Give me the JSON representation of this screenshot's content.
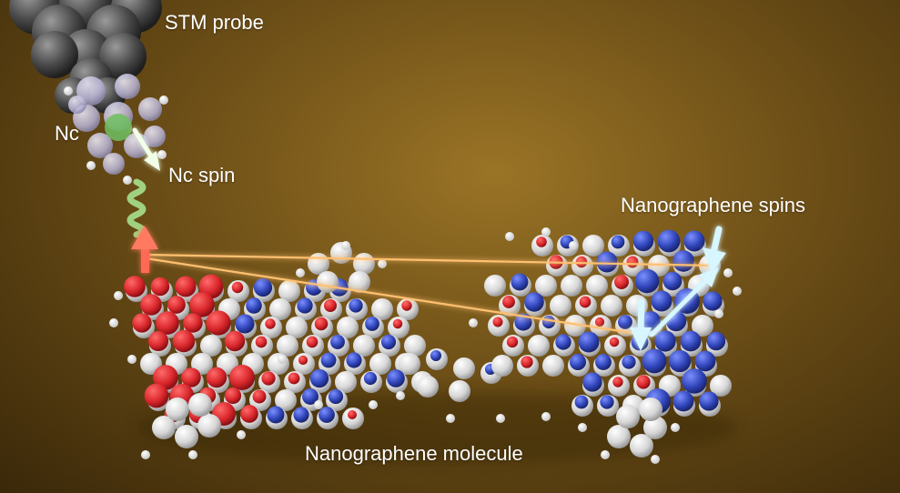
{
  "labels": {
    "stm_probe": "STM probe",
    "nc": "Nc",
    "nc_spin": "Nc spin",
    "nanographene_spins": "Nanographene spins",
    "nanographene_molecule": "Nanographene molecule"
  },
  "colors": {
    "background": "#6d4f17",
    "probe_atoms": "#4a4a4a",
    "nc_atoms": "#c9c6e0",
    "carbon": "#dcdcdc",
    "spin_up": "#d8262b",
    "spin_down": "#2f44b8",
    "probe_spin_arrow": "#ff6a55",
    "nc_spin_arrow": "#8fd27a",
    "nanographene_spin_arrow": "#c8f0ff",
    "interaction_lines": "#ffc070"
  }
}
